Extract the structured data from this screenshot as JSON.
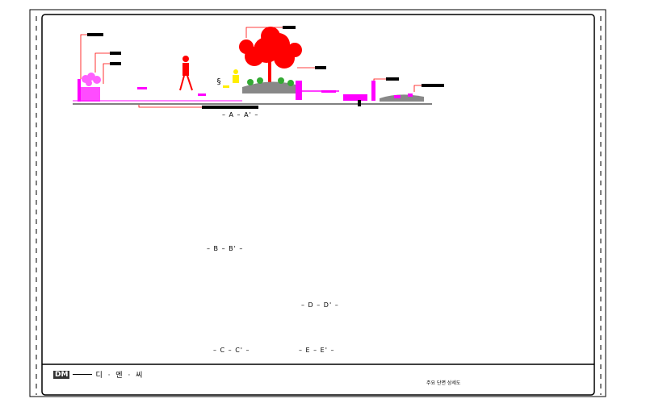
{
  "drawing": {
    "section_labels": {
      "aa": "– A – A' –",
      "bb": "– B – B' –",
      "cc": "– C – C' –",
      "dd": "– D – D' –",
      "ee": "– E – E' –"
    },
    "title_block": {
      "logo": "DM",
      "company": "디 · 엔 · 씨",
      "sheet_title": "주요 단면 상세도"
    }
  },
  "colors": {
    "magenta": "#ff00ff",
    "red": "#ff0000",
    "yellow": "#ffff00",
    "green": "#00cc00",
    "cyan": "#00ccff",
    "blue": "#0000ff",
    "gray": "#888888"
  }
}
